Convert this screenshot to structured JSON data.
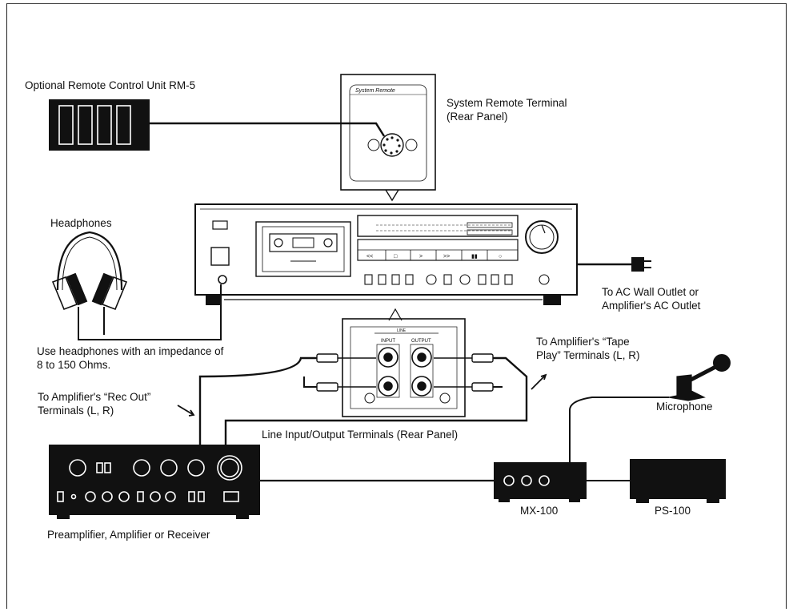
{
  "labels": {
    "remote_unit": "Optional Remote Control Unit RM-5",
    "remote_terminal_1": "System Remote Terminal",
    "remote_terminal_2": "(Rear Panel)",
    "remote_plate_text": "System Remote",
    "headphones": "Headphones",
    "impedance_1": "Use headphones with an impedance of",
    "impedance_2": "8 to 150 Ohms.",
    "ac_1": "To AC Wall Outlet or",
    "ac_2": "Amplifier's AC Outlet",
    "tape_play_1": "To Amplifier's “Tape",
    "tape_play_2": "Play” Terminals (L, R)",
    "rec_out_1": "To Amplifier's “Rec Out”",
    "rec_out_2": "Terminals (L, R)",
    "line_io": "Line Input/Output Terminals (Rear Panel)",
    "microphone": "Microphone",
    "amplifier": "Preamplifier, Amplifier or Receiver",
    "mixer": "MX-100",
    "power_supply": "PS-100"
  },
  "panel_labels": {
    "input": "INPUT",
    "output": "OUTPUT",
    "line": "LINE"
  },
  "deck_buttons": [
    "<<",
    "□",
    ">",
    ">>",
    "▮▮",
    "○"
  ],
  "colors": {
    "ink": "#111111",
    "paper": "#ffffff",
    "panel_fill": "#1a1a1a"
  }
}
